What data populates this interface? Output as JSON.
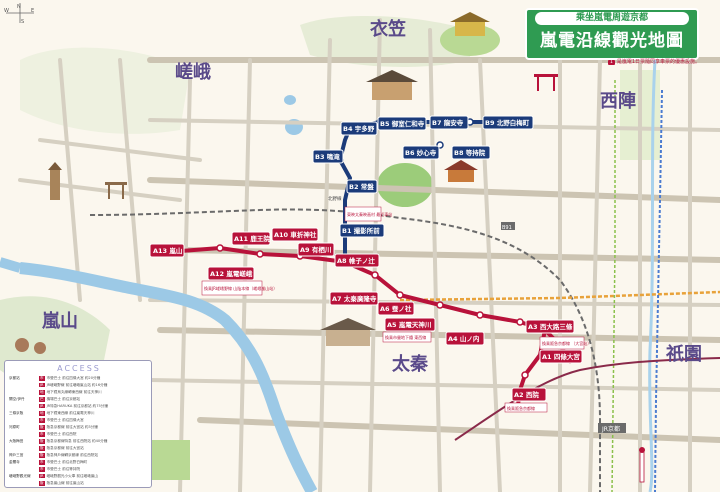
{
  "title": {
    "subtitle": "乘坐嵐電周遊京都",
    "main": "嵐電沿線觀光地圖"
  },
  "legend_note": "是嵐電1日票隨同享車票的優惠設施。",
  "legend_note_icon": "1",
  "compass_letters": {
    "north": "N",
    "east": "E",
    "south": "S",
    "west": "W"
  },
  "districts": {
    "kinugasa": "衣笠",
    "saga": "嵯峨",
    "nishijin": "西陣",
    "arashiyama": "嵐山",
    "uzumasa": "太秦",
    "gion": "祇園"
  },
  "line_colors": {
    "randen_arashiyama": "#b8123a",
    "randen_kitano": "#1b3b7a",
    "jr": "#6b6b6b",
    "subway": "#e8a23a",
    "keihan": "#4a7bd0",
    "river": "#9cc9e6",
    "park": "#9ccc7a",
    "title_bg": "#2f9b52",
    "district_text": "#5a4a8a"
  },
  "stations_arashiyama_line": [
    {
      "code": "A13",
      "name": "嵐山"
    },
    {
      "code": "A12",
      "name": "嵐電嵯峨"
    },
    {
      "code": "A11",
      "name": "鹿王院"
    },
    {
      "code": "A10",
      "name": "車折神社"
    },
    {
      "code": "A9",
      "name": "有栖川"
    },
    {
      "code": "A8",
      "name": "帷子ノ辻"
    },
    {
      "code": "A7",
      "name": "太秦廣隆寺"
    },
    {
      "code": "A6",
      "name": "蚕ノ社"
    },
    {
      "code": "A5",
      "name": "嵐電天神川"
    },
    {
      "code": "A4",
      "name": "山ノ内"
    },
    {
      "code": "A3",
      "name": "西大路三條"
    },
    {
      "code": "A2",
      "name": "西院"
    },
    {
      "code": "A1",
      "name": "四條大宮"
    }
  ],
  "stations_kitano_line": [
    {
      "code": "B1",
      "name": "撮影所前"
    },
    {
      "code": "B2",
      "name": "常盤"
    },
    {
      "code": "B3",
      "name": "鳴滝"
    },
    {
      "code": "B4",
      "name": "宇多野"
    },
    {
      "code": "B5",
      "name": "御室仁和寺"
    },
    {
      "code": "B6",
      "name": "妙心寺"
    },
    {
      "code": "B7",
      "name": "龍安寺"
    },
    {
      "code": "B8",
      "name": "等持院"
    },
    {
      "code": "B9",
      "name": "北野白梅町"
    }
  ],
  "station_notes": {
    "b1": "東映太秦映画村 最近車站",
    "a12": "換乘JR嵯峨野線 山陰本線（嵯峨嵐山站）",
    "a5": "換乘市營地下鐵 東西線",
    "a2": "換乘阪急京都線",
    "a1": "換乘阪急京都線 （大宮站）"
  },
  "map_labels": {
    "jr_station": "JR京都",
    "kitano_line": "北野線",
    "b91": "B91"
  },
  "access": {
    "title": "ACCESS",
    "rows": [
      {
        "cat": "京都站",
        "badge": "市",
        "text": "市營巴士 前往四條大宮 約20分鐘"
      },
      {
        "cat": "",
        "badge": "JR",
        "text": "JR嵯峨野線 前往嵯峨嵐山站 約16分鐘"
      },
      {
        "cat": "",
        "badge": "地",
        "text": "地下鐵烏丸線轉東西線 前往天神川"
      },
      {
        "cat": "關空/伊丹",
        "badge": "巴",
        "text": "機場巴士 前往京都站"
      },
      {
        "cat": "",
        "badge": "JR",
        "text": "JR特急HARUKA 前往京都站 約75分鐘"
      },
      {
        "cat": "三條京阪",
        "badge": "地",
        "text": "地下鐵東西線 前往嵐電天神川"
      },
      {
        "cat": "",
        "badge": "市",
        "text": "市營巴士 前往四條大宮"
      },
      {
        "cat": "河原町",
        "badge": "阪",
        "text": "阪急京都線 前往大宮站 約3分鐘"
      },
      {
        "cat": "",
        "badge": "市",
        "text": "市營巴士 前往西院"
      },
      {
        "cat": "大阪梅田",
        "badge": "阪",
        "text": "阪急京都線特急 前往西院站 約40分鐘"
      },
      {
        "cat": "",
        "badge": "阪",
        "text": "阪急京都線 前往大宮站"
      },
      {
        "cat": "神戶三宮",
        "badge": "阪",
        "text": "阪急神戶線轉京都線 前往西院站"
      },
      {
        "cat": "金閣寺",
        "badge": "市",
        "text": "市營巴士 前往北野白梅町"
      },
      {
        "cat": "",
        "badge": "市",
        "text": "市營巴士 前往等持院"
      },
      {
        "cat": "嵯峨野觀光線",
        "badge": "JR",
        "text": "嵯峨野觀光小火車 前往嵯峨嵐山"
      },
      {
        "cat": "",
        "badge": "阪",
        "text": "阪急嵐山線 前往嵐山站"
      }
    ]
  }
}
